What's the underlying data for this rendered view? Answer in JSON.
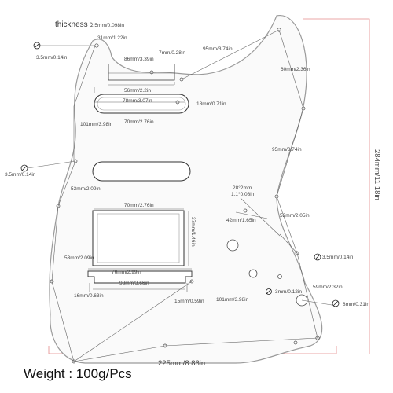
{
  "thickness": {
    "label": "thickness :",
    "value": "2.5mm/0.098in"
  },
  "weight": {
    "label": "Weight : 100g/Pcs"
  },
  "dimensions": {
    "height": "284mm/11.18in",
    "width": "225mm/8.86in"
  },
  "labels": {
    "hole_top_left": "3.5mm/0.14in",
    "top_31": "31mm/1.22in",
    "top_86": "86mm/3.39in",
    "top_7": "7mm/0.28in",
    "top_95": "95mm/3.74in",
    "right_60": "60mm/2.36in",
    "mid_56": "56mm/2.2in",
    "neck_78": "78mm/3.07in",
    "neck_18": "18mm/0.71in",
    "neck_70": "70mm/2.76in",
    "left_101": "101mm/3.98in",
    "right_95": "95mm/3.74in",
    "hole_left": "3.5mm/0.14in",
    "left_53_upper": "53mm/2.09in",
    "angle": "28°2mm",
    "angle_sub": "1.1°0.08in",
    "hum_70": "70mm/2.76in",
    "hum_37": "37mm/1.46in",
    "mid_42": "42mm/1.65in",
    "right_52": "52mm/2.05in",
    "left_53_lower": "53mm/2.09in",
    "hole_right": "3.5mm/0.14in",
    "bot_76": "76mm/2.99in",
    "bot_93": "93mm/3.66in",
    "right_59": "59mm/2.32in",
    "knob_3": "3mm/0.12in",
    "knob_8": "8mm/0.31in",
    "bot_16": "16mm/0.63in",
    "bot_15": "15mm/0.59in",
    "bot_101": "101mm/3.98in"
  }
}
